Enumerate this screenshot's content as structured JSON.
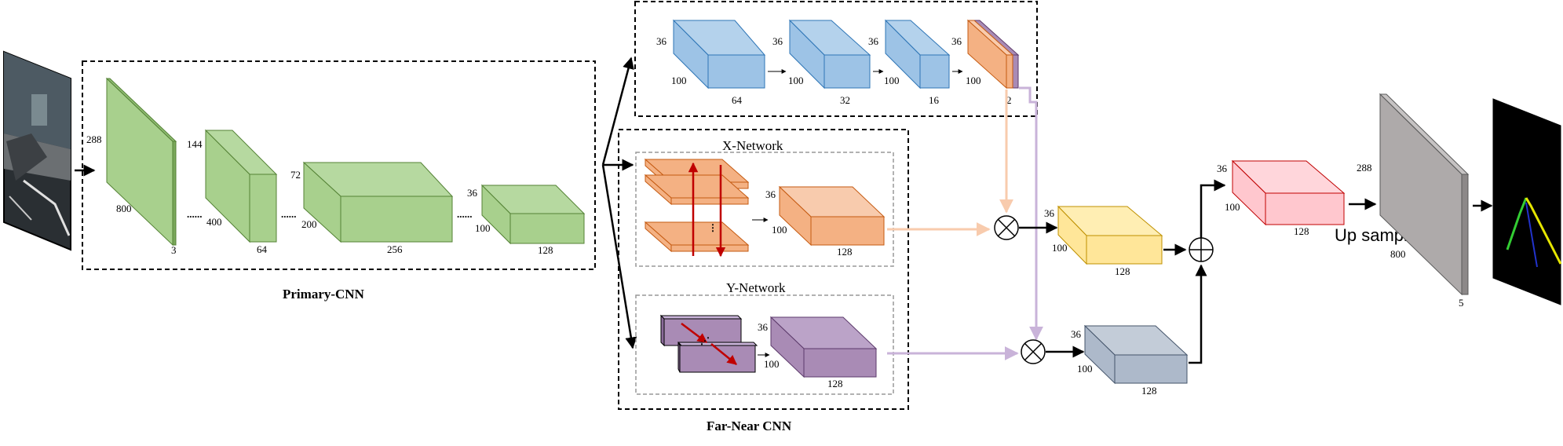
{
  "primary_cnn": {
    "title": "Primary-CNN",
    "dots": "......",
    "layer1": {
      "h": "288",
      "w": "800",
      "d": "3"
    },
    "layer2": {
      "h": "144",
      "w": "400",
      "d": "64"
    },
    "layer3": {
      "h": "72",
      "w": "200",
      "d": "256"
    },
    "layer4": {
      "h": "36",
      "w": "100",
      "d": "128"
    }
  },
  "far_near_cnn": {
    "title": "Far-Near CNN",
    "top_chain": [
      {
        "h": "36",
        "w": "100",
        "d": "64"
      },
      {
        "h": "36",
        "w": "100",
        "d": "32"
      },
      {
        "h": "36",
        "w": "100",
        "d": "16"
      },
      {
        "h": "36",
        "w": "100",
        "d": "2"
      }
    ],
    "x_network": {
      "title": "X-Network",
      "h": "36",
      "w": "100",
      "d": "128"
    },
    "y_network": {
      "title": "Y-Network",
      "h": "36",
      "w": "100",
      "d": "128"
    }
  },
  "fusion": {
    "x_branch": {
      "h": "36",
      "w": "100",
      "d": "128"
    },
    "y_branch": {
      "h": "36",
      "w": "100",
      "d": "128"
    },
    "combined": {
      "h": "36",
      "w": "100",
      "d": "128"
    }
  },
  "output": {
    "label": "Up sample",
    "h": "288",
    "w": "800",
    "d": "5"
  },
  "colors": {
    "green": "#a8d08d",
    "green_edge": "#548235",
    "blue": "#9dc3e6",
    "blue_edge": "#2e75b6",
    "orange": "#f4b183",
    "orange_edge": "#c55a11",
    "purple": "#a98bb5",
    "purple_edge": "#5c3a6b",
    "yellow": "#ffe699",
    "yellow_edge": "#bf9000",
    "slate": "#adb9ca",
    "slate_edge": "#44546a",
    "pink": "#ffc7ce",
    "pink_edge": "#c00000",
    "gray": "#aeaaaa",
    "gray_edge": "#595959",
    "orange_link": "#f8cbad",
    "purple_link": "#c9b3d9"
  }
}
